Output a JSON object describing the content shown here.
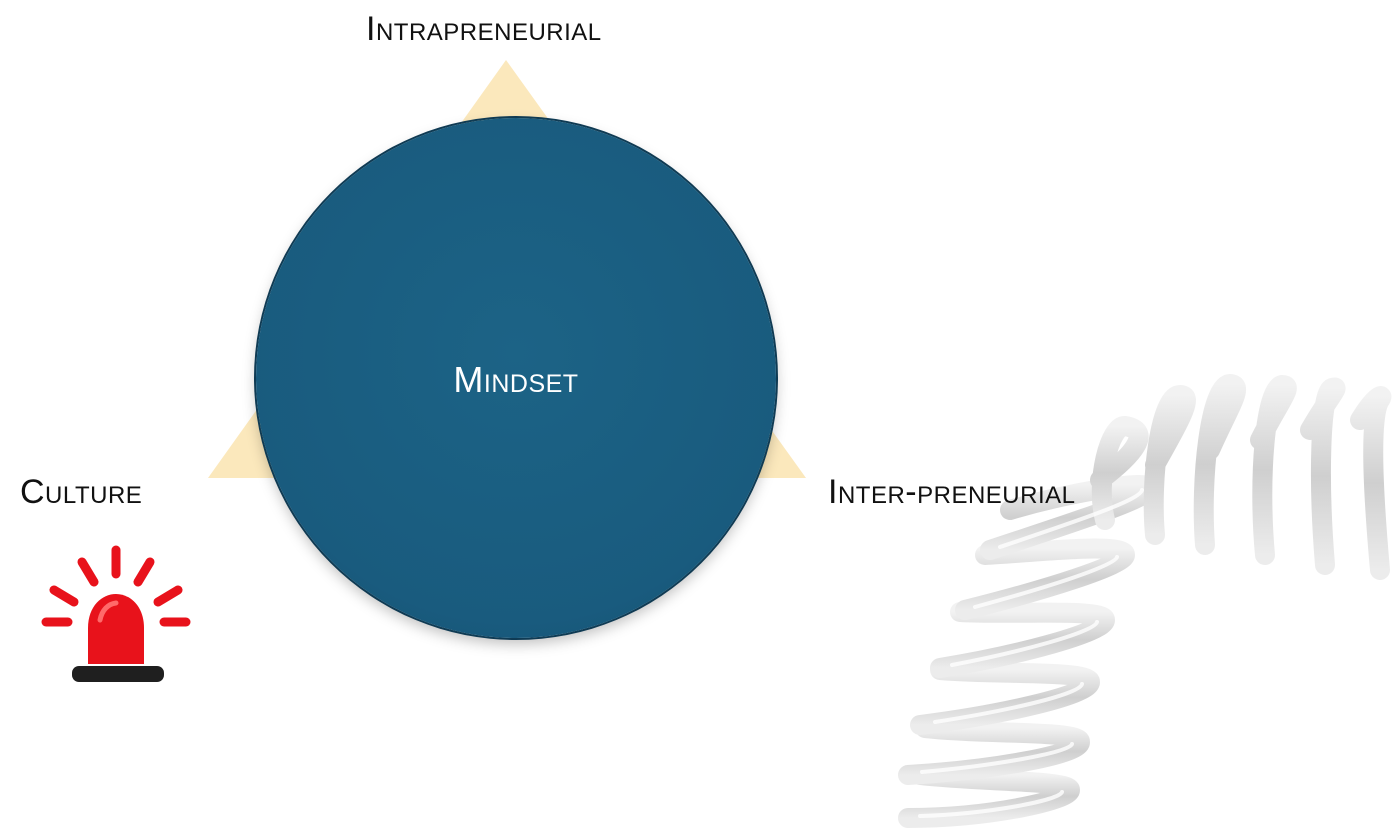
{
  "diagram": {
    "top_label": "Intrapreneurial",
    "left_label": "Culture",
    "right_label": "Inter-preneurial",
    "center_label": "Mindset"
  },
  "colors": {
    "triangle": "#fbe8bc",
    "circle": "#195b7e",
    "circle_text": "#ffffff",
    "alarm_red": "#e8121b",
    "alarm_base": "#1f1f1f",
    "spring": "#d9d9d9"
  },
  "icons": {
    "alarm": "siren-alarm-icon",
    "spring": "coil-spring-image"
  }
}
